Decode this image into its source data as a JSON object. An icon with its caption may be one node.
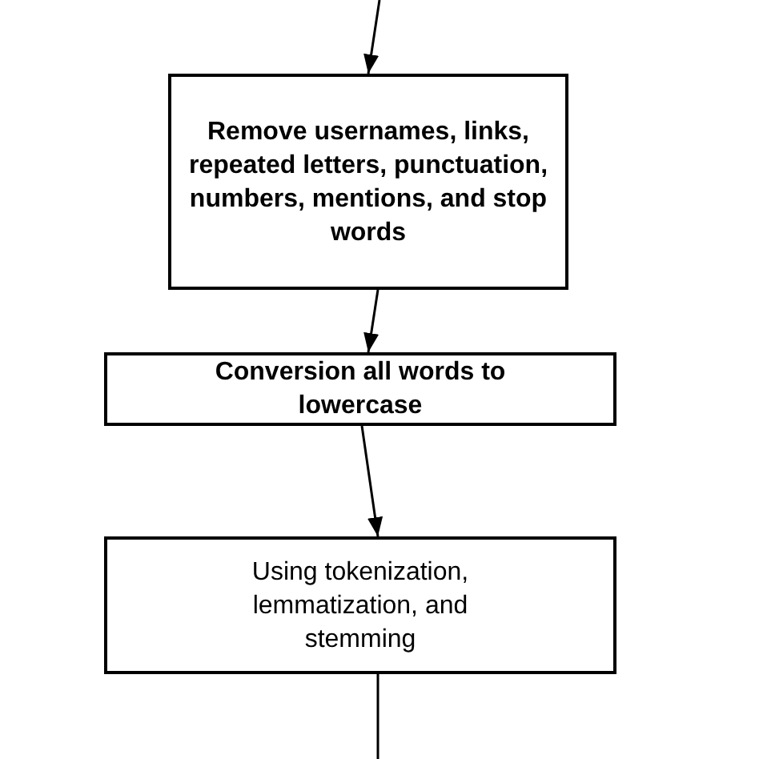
{
  "diagram": {
    "nodes": [
      {
        "text": [
          "Remove usernames, links, repeated letters, punctuation, numbers, mentions, and stop words"
        ]
      },
      {
        "text": [
          "Conversion all words to lowercase"
        ]
      },
      {
        "text": [
          "Using tokenization, lemmatization, and stemming"
        ]
      }
    ],
    "edges": [
      {
        "from": null,
        "to": 0,
        "arrow": "to"
      },
      {
        "from": 0,
        "to": 1,
        "arrow": "to"
      },
      {
        "from": 1,
        "to": 2,
        "arrow": "to"
      },
      {
        "from": 2,
        "to": null,
        "arrow": "none"
      }
    ]
  }
}
